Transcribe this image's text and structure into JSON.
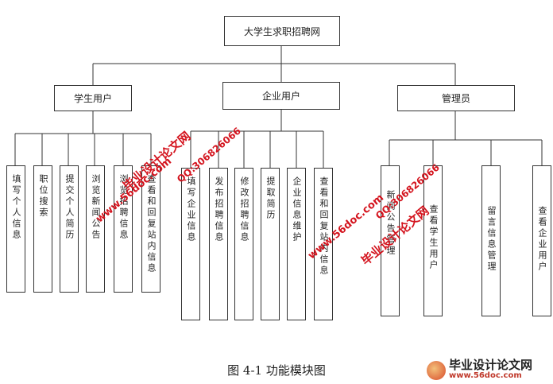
{
  "root": {
    "label": "大学生求职招聘网"
  },
  "groups": [
    {
      "label": "学生用户",
      "children": [
        "填写个人信息",
        "职位搜索",
        "提交个人简历",
        "浏览新闻公告",
        "浏览招聘信息",
        "查看和回复站内信息"
      ]
    },
    {
      "label": "企业用户",
      "children": [
        "填写企业信息",
        "发布招聘信息",
        "修改招聘信息",
        "提取简历",
        "企业信息维护",
        "查看和回复站内信息"
      ]
    },
    {
      "label": "管理员",
      "children": [
        "新闻公告管理",
        "查看学生用户",
        "留言信息管理",
        "查看企业用户"
      ]
    }
  ],
  "caption": "图 4-1  功能模块图",
  "watermarks": {
    "site_name": "毕业设计论文网",
    "url": "www.56doc.com",
    "qq": "QQ:306826066"
  },
  "logo": {
    "title": "毕业设计论文网",
    "url": "www.56doc.com"
  },
  "colors": {
    "line": "#333333",
    "watermark": "#d4141e"
  }
}
